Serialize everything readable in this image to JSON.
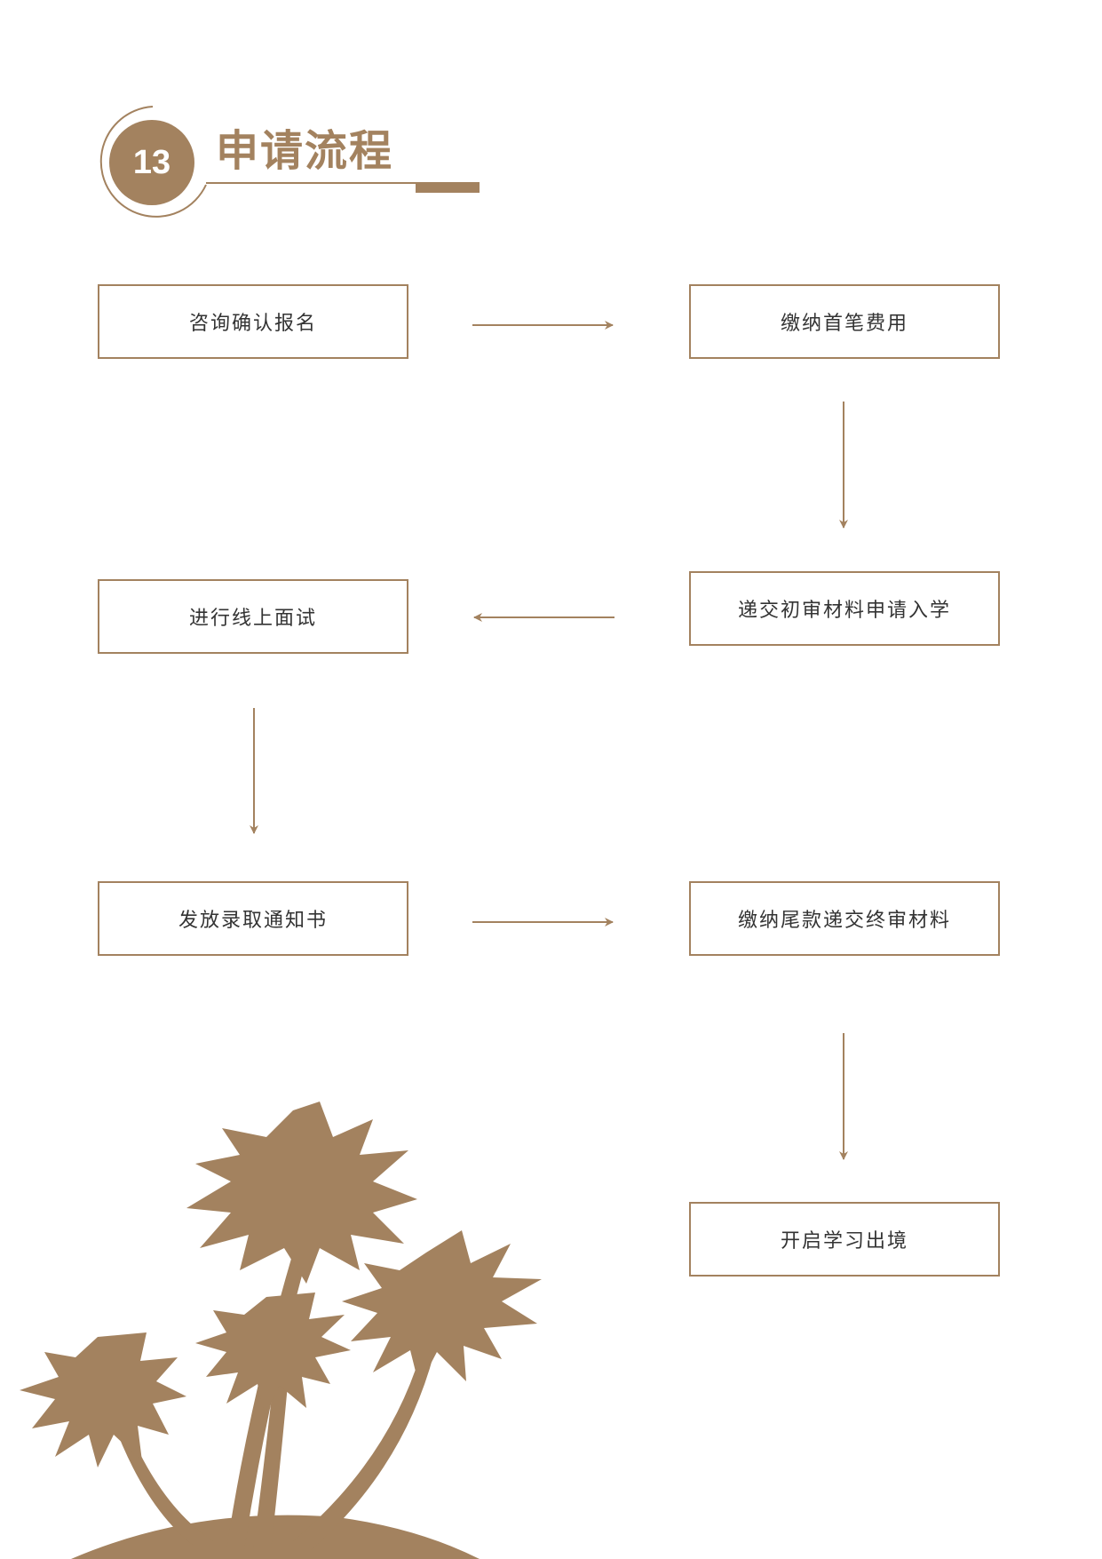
{
  "header": {
    "number": "13",
    "title": "申请流程"
  },
  "colors": {
    "accent": "#a3825f",
    "text": "#333333"
  },
  "steps": [
    {
      "label": "咨询确认报名"
    },
    {
      "label": "缴纳首笔费用"
    },
    {
      "label": "递交初审材料申请入学"
    },
    {
      "label": "进行线上面试"
    },
    {
      "label": "发放录取通知书"
    },
    {
      "label": "缴纳尾款递交终审材料"
    },
    {
      "label": "开启学习出境"
    }
  ],
  "decoration": {
    "icon": "palm-tree-silhouette"
  }
}
